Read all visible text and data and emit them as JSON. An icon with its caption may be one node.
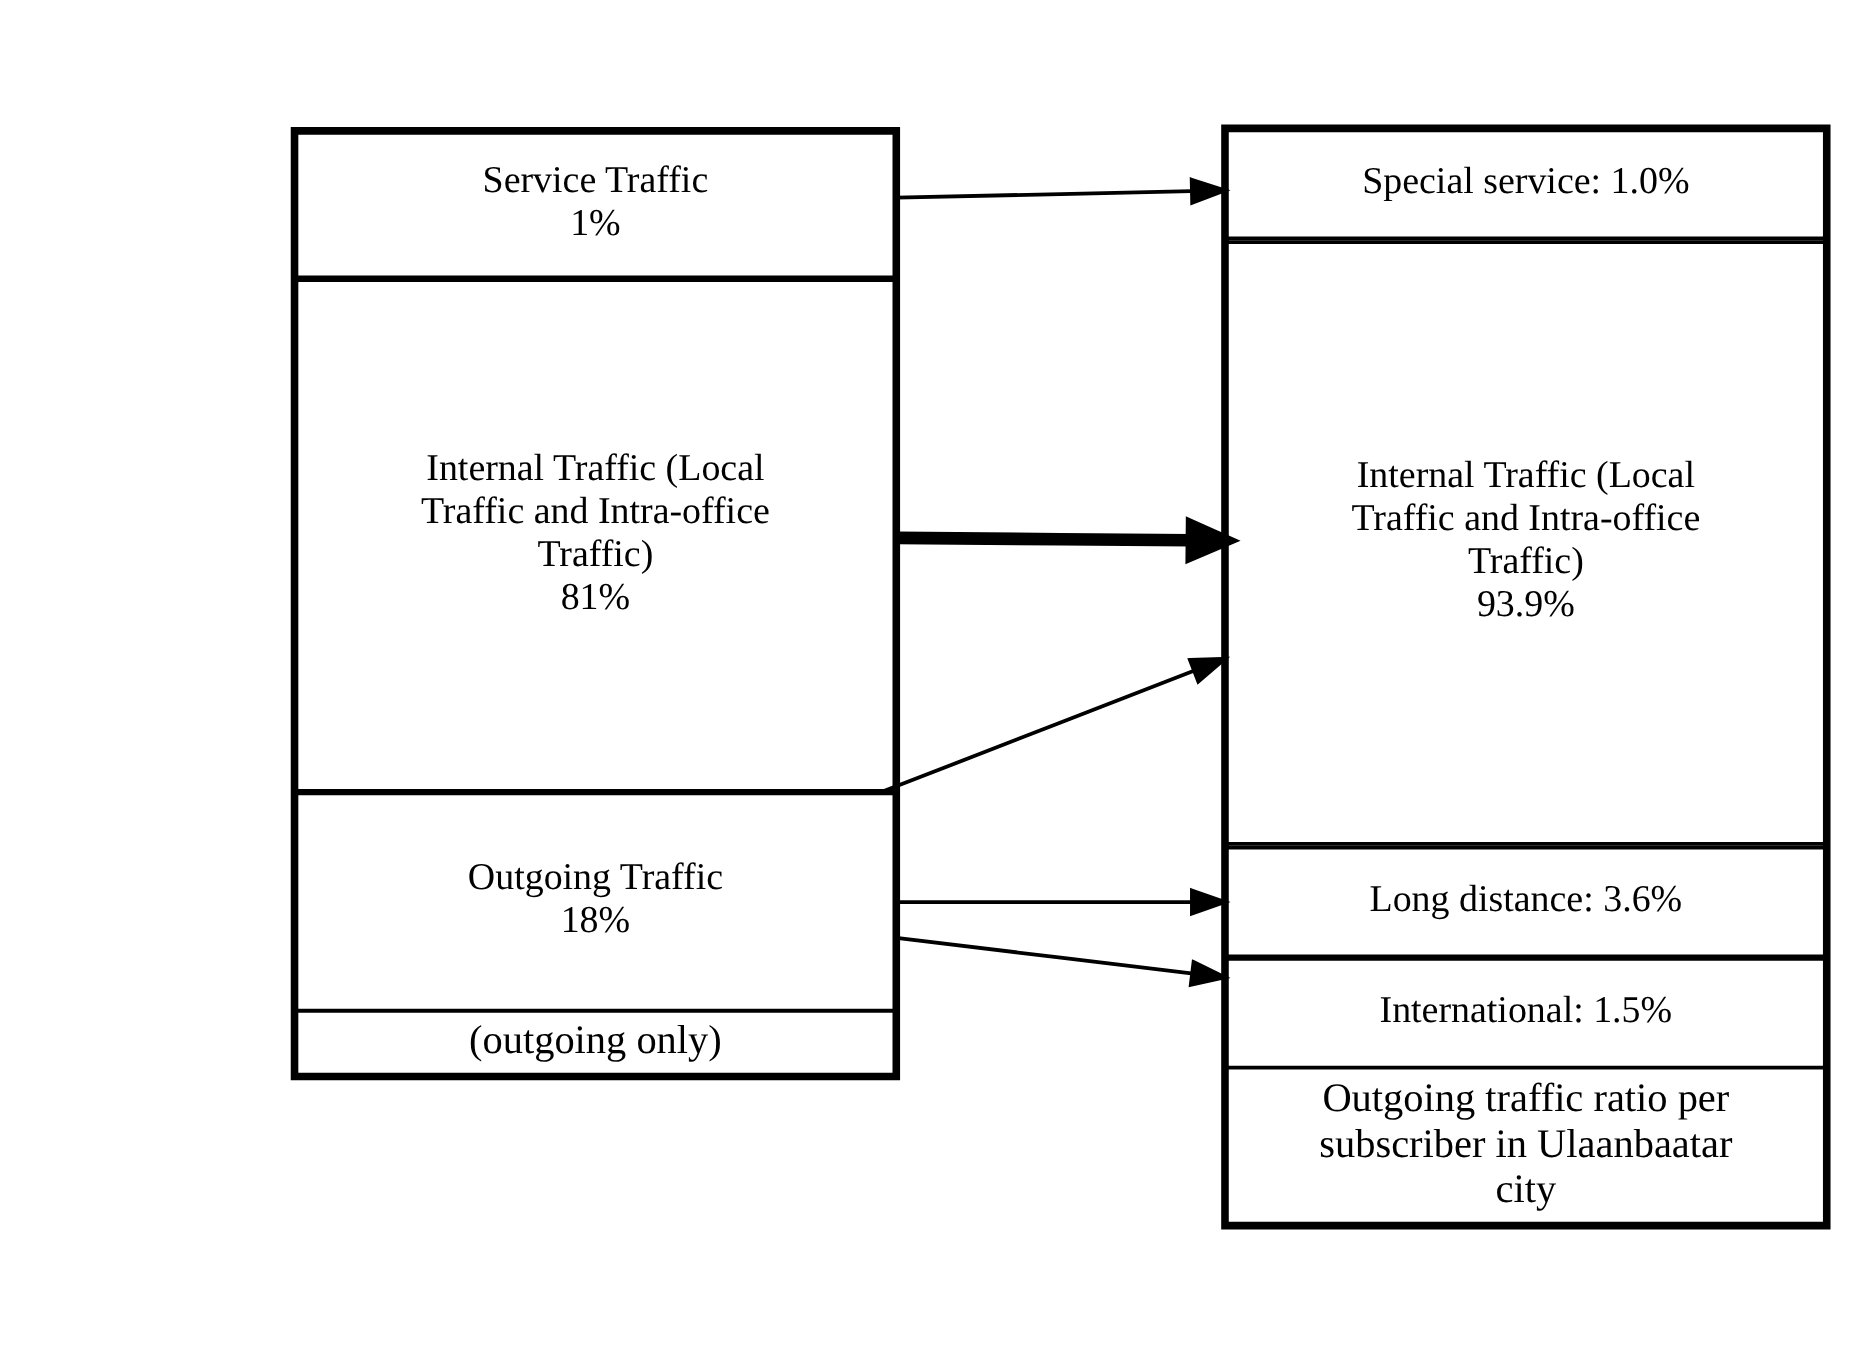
{
  "diagram": {
    "nodes": [
      {
        "text": [
          "(outgoing only)"
        ]
      },
      {
        "text": [
          "Outgoing Traffic",
          "18%"
        ],
        "in": 0
      },
      {
        "text": [
          "Service Traffic",
          "1%"
        ],
        "in": 0
      },
      {
        "text": [
          "Internal Traffic (Local Traffic and Intra-office Traffic)",
          "81%"
        ],
        "in": 0
      },
      {
        "text": [
          "Outgoing traffic ratio per subscriber in Ulaanbaatar city"
        ]
      },
      {
        "text": [
          "International: 1.5%"
        ],
        "in": 4
      },
      {
        "text": [
          "Long distance: 3.6%"
        ],
        "in": 4
      },
      {
        "text": [
          "Special service: 1.0%"
        ],
        "in": 4
      },
      {
        "text": [
          "Internal Traffic (Local Traffic and Intra-office Traffic)",
          "93.9%"
        ],
        "in": 4
      }
    ],
    "edges": [
      {
        "from": 1,
        "to": 5,
        "arrow": "to"
      },
      {
        "from": 1,
        "to": 6,
        "arrow": "to"
      },
      {
        "from": 2,
        "to": 7,
        "arrow": "to"
      },
      {
        "from": 1,
        "to": 8,
        "arrow": "to"
      },
      {
        "from": 3,
        "to": 8,
        "arrow": "to",
        "style": "thick"
      }
    ]
  }
}
